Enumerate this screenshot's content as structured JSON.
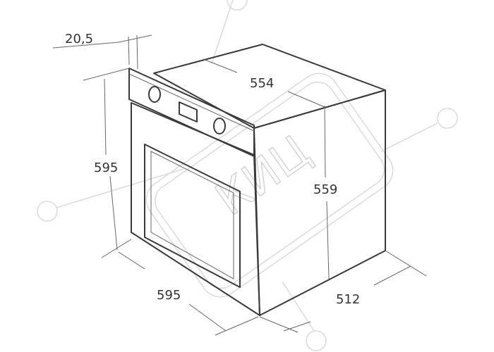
{
  "dimensions": {
    "panel_depth": "20,5",
    "top_width": "554",
    "front_height": "595",
    "body_height": "559",
    "front_width": "595",
    "body_depth": "512"
  },
  "watermark": {
    "text": "КИЦ"
  },
  "colors": {
    "line": "#3a3a3a",
    "dim_line": "#666666",
    "watermark": "#dcdcdc",
    "background": "#ffffff"
  }
}
